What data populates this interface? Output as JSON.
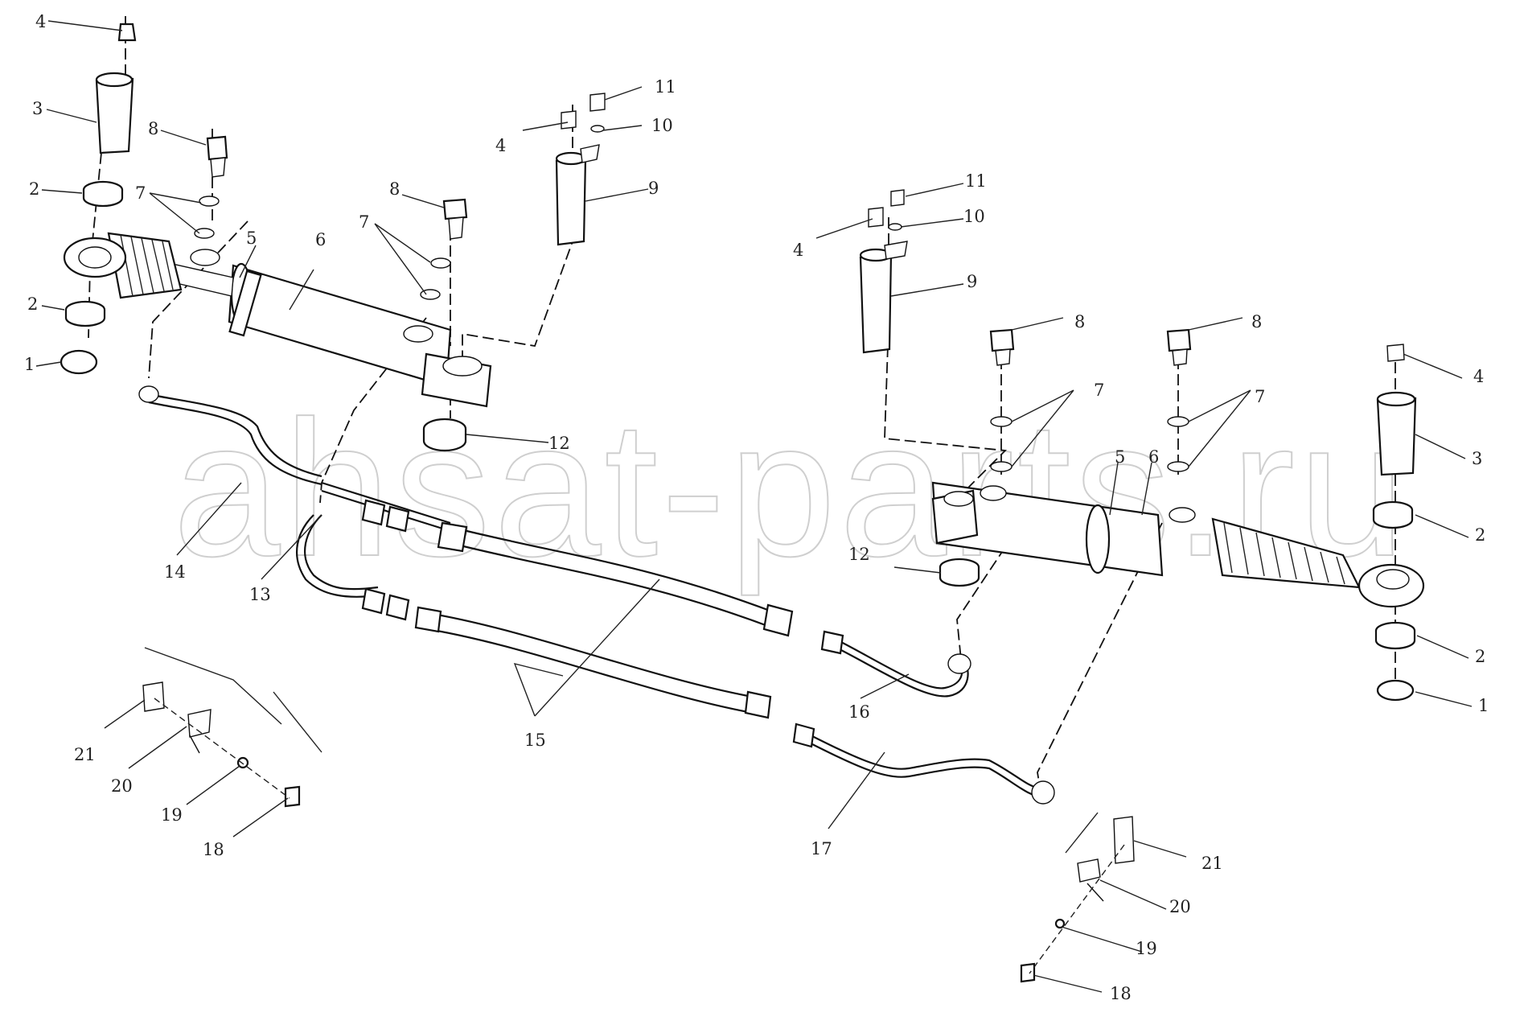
{
  "watermark": {
    "text": "ahsat-parts.ru"
  },
  "callouts": [
    {
      "id": "c1",
      "text": "4"
    },
    {
      "id": "c2",
      "text": "3"
    },
    {
      "id": "c3",
      "text": "8"
    },
    {
      "id": "c4",
      "text": "2"
    },
    {
      "id": "c5",
      "text": "7"
    },
    {
      "id": "c6",
      "text": "5"
    },
    {
      "id": "c7",
      "text": "6"
    },
    {
      "id": "c8",
      "text": "2"
    },
    {
      "id": "c9",
      "text": "1"
    },
    {
      "id": "c10",
      "text": "8"
    },
    {
      "id": "c11",
      "text": "7"
    },
    {
      "id": "c12",
      "text": "11"
    },
    {
      "id": "c13",
      "text": "4"
    },
    {
      "id": "c14",
      "text": "10"
    },
    {
      "id": "c15",
      "text": "9"
    },
    {
      "id": "c16",
      "text": "12"
    },
    {
      "id": "c17",
      "text": "14"
    },
    {
      "id": "c18",
      "text": "13"
    },
    {
      "id": "c19",
      "text": "15"
    },
    {
      "id": "c20",
      "text": "16"
    },
    {
      "id": "c21",
      "text": "17"
    },
    {
      "id": "c22",
      "text": "21"
    },
    {
      "id": "c23",
      "text": "20"
    },
    {
      "id": "c24",
      "text": "19"
    },
    {
      "id": "c25",
      "text": "18"
    },
    {
      "id": "c26",
      "text": "11"
    },
    {
      "id": "c27",
      "text": "4"
    },
    {
      "id": "c28",
      "text": "10"
    },
    {
      "id": "c29",
      "text": "9"
    },
    {
      "id": "c30",
      "text": "8"
    },
    {
      "id": "c31",
      "text": "8"
    },
    {
      "id": "c32",
      "text": "7"
    },
    {
      "id": "c33",
      "text": "7"
    },
    {
      "id": "c34",
      "text": "4"
    },
    {
      "id": "c35",
      "text": "3"
    },
    {
      "id": "c36",
      "text": "5"
    },
    {
      "id": "c37",
      "text": "6"
    },
    {
      "id": "c38",
      "text": "12"
    },
    {
      "id": "c39",
      "text": "2"
    },
    {
      "id": "c40",
      "text": "2"
    },
    {
      "id": "c41",
      "text": "1"
    },
    {
      "id": "c42",
      "text": "21"
    },
    {
      "id": "c43",
      "text": "20"
    },
    {
      "id": "c44",
      "text": "19"
    },
    {
      "id": "c45",
      "text": "18"
    }
  ]
}
